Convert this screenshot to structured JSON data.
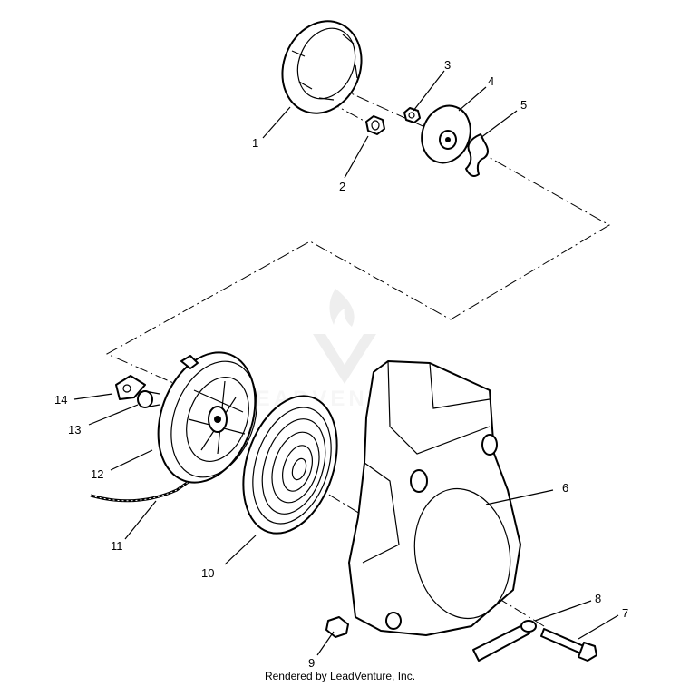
{
  "diagram": {
    "callouts": [
      "1",
      "2",
      "3",
      "4",
      "5",
      "6",
      "7",
      "8",
      "9",
      "10",
      "11",
      "12",
      "13",
      "14"
    ],
    "watermark": "LEADVENTURE"
  },
  "footer": {
    "credit": "Rendered by LeadVenture, Inc."
  }
}
